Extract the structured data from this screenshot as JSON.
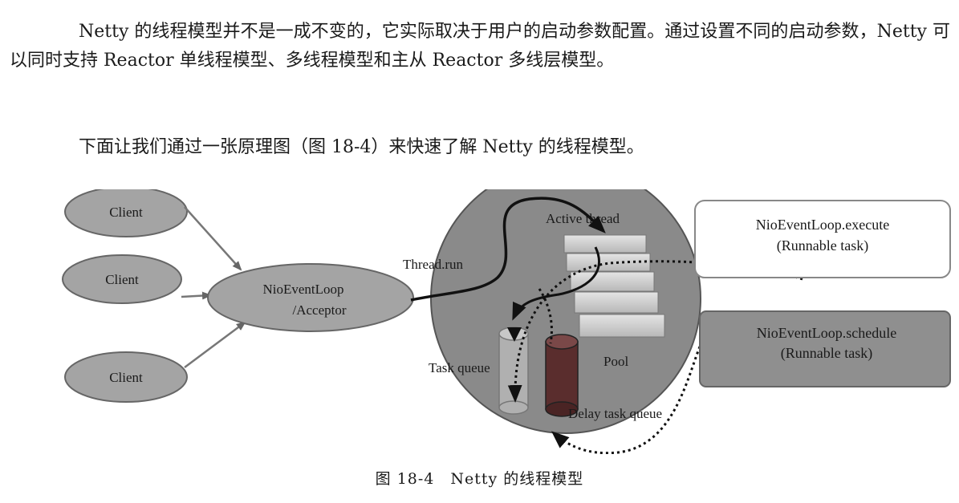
{
  "paragraphs": [
    "Netty 的线程模型并不是一成不变的，它实际取决于用户的启动参数配置。通过设置不同的启动参数，Netty 可以同时支持 Reactor 单线程模型、多线程模型和主从 Reactor 多线层模型。",
    "下面让我们通过一张原理图（图 18-4）来快速了解 Netty 的线程模型。"
  ],
  "figure": {
    "clients": [
      "Client",
      "Client",
      "Client"
    ],
    "acceptor_line1": "NioEventLoop",
    "acceptor_line2": "/Acceptor",
    "thread_run": "Thread.run",
    "active_thread": "Active thread",
    "pool": "Pool",
    "task_queue": "Task queue",
    "delay_task_queue": "Delay task queue",
    "execute_box": {
      "line1": "NioEventLoop.execute",
      "line2": "(Runnable task)"
    },
    "schedule_box": {
      "line1": "NioEventLoop.schedule",
      "line2": "(Runnable task)"
    }
  },
  "caption": "图 18-4　Netty 的线程模型",
  "colors": {
    "client_fill": "#a4a4a4",
    "pool_circle": "#8a8a8a",
    "schedule_box": "#8f8f8f",
    "delay_queue_cylinder": "#5a2d2d"
  }
}
